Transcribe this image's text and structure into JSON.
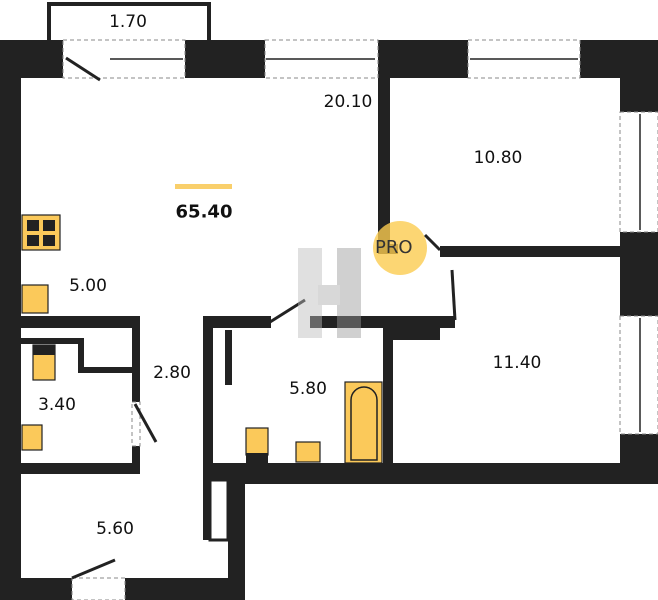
{
  "plan": {
    "total_area": "65.40",
    "rooms": {
      "balcony": "1.70",
      "living_room": "20.10",
      "bedroom_1": "10.80",
      "kitchen": "5.00",
      "corridor": "2.80",
      "wc": "3.40",
      "bathroom": "5.80",
      "bedroom_2": "11.40",
      "hallway": "5.60"
    },
    "badge": "PRO"
  },
  "colors": {
    "wall": "#222222",
    "fixture": "#fbc95a",
    "accent": "#f9cf6b"
  }
}
